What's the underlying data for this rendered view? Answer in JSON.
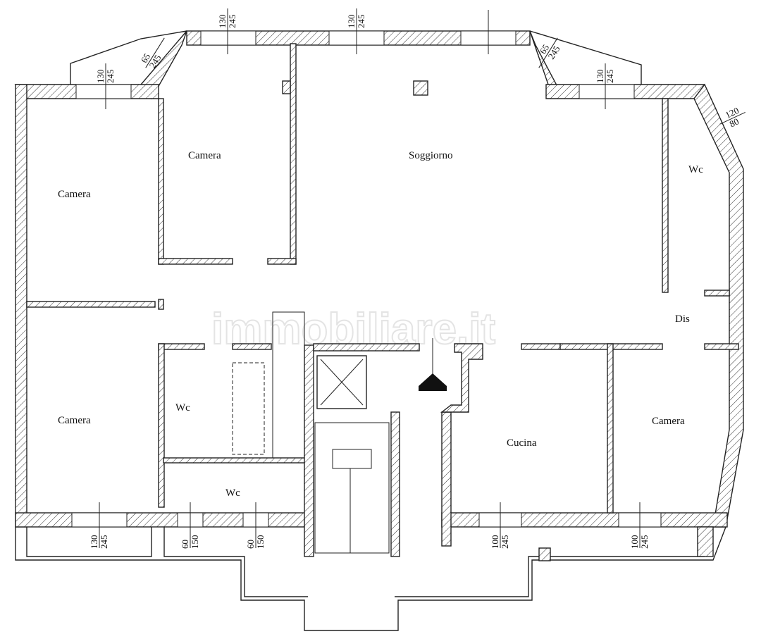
{
  "rooms": {
    "camera_top_left": "Camera",
    "camera_top": "Camera",
    "soggiorno": "Soggiorno",
    "wc_right": "Wc",
    "dis": "Dis",
    "camera_bottom_left": "Camera",
    "wc_center": "Wc",
    "wc_bottom": "Wc",
    "cucina": "Cucina",
    "camera_right": "Camera"
  },
  "windows": [
    {
      "w": "130",
      "h": "245"
    },
    {
      "w": "130",
      "h": "245"
    },
    {
      "w": "130",
      "h": "245"
    },
    {
      "w": "130",
      "h": "245"
    },
    {
      "w": "65",
      "h": "245"
    },
    {
      "w": "65",
      "h": "245"
    },
    {
      "w": "120",
      "h": "80"
    },
    {
      "w": "130",
      "h": "245"
    },
    {
      "w": "60",
      "h": "150"
    },
    {
      "w": "60",
      "h": "150"
    },
    {
      "w": "100",
      "h": "245"
    },
    {
      "w": "100",
      "h": "245"
    }
  ],
  "watermark": "immobiliare.it"
}
